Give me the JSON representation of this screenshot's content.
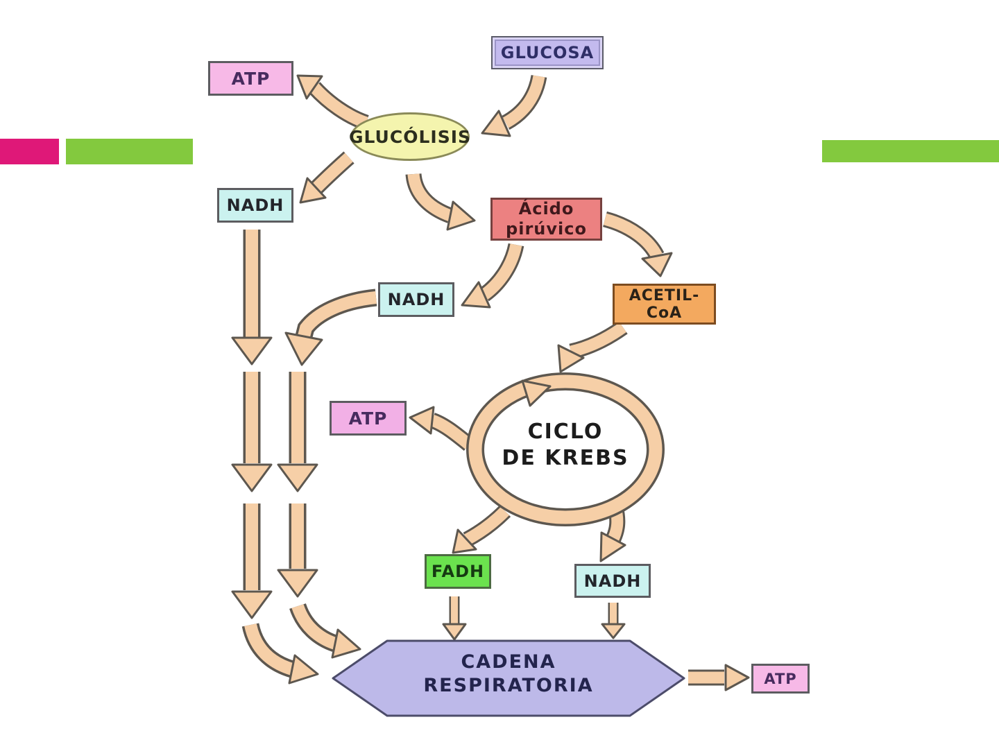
{
  "slide": {
    "background": "#ffffff"
  },
  "decor_bars": {
    "left_pink": "#df1878",
    "left_green": "#83c93e",
    "right_green": "#83c93e"
  },
  "palette": {
    "arrow_fill": "#f6cfa7",
    "arrow_outline": "#5d574f"
  },
  "nodes": {
    "glucosa": {
      "label": "GLUCOSA",
      "bg": "#c3baee"
    },
    "atp_glucolisis": {
      "label": "ATP",
      "bg": "#f7b9e7"
    },
    "glucolisis": {
      "label": "GLUCÓLISIS",
      "bg": "#f4f4ae"
    },
    "nadh_glucolisis": {
      "label": "NADH",
      "bg": "#cbf2ef"
    },
    "acido_piruvico": {
      "line1": "Ácido",
      "line2": "pirúvico",
      "bg": "#ec8181"
    },
    "nadh_piruvico": {
      "label": "NADH",
      "bg": "#cbf2ef"
    },
    "acetil_coa": {
      "label": "ACETIL-CoA",
      "bg": "#f3a95f"
    },
    "atp_krebs": {
      "label": "ATP",
      "bg": "#f2b0e6"
    },
    "ciclo_krebs": {
      "line1": "CICLO",
      "line2": "DE KREBS"
    },
    "fadh": {
      "label": "FADH",
      "bg": "#6be24e"
    },
    "nadh_krebs": {
      "label": "NADH",
      "bg": "#cbf2ef"
    },
    "cadena_respiratoria": {
      "line1": "CADENA",
      "line2": "RESPIRATORIA",
      "bg": "#bdb9e9"
    },
    "atp_final": {
      "label": "ATP",
      "bg": "#f7b9e7"
    }
  }
}
